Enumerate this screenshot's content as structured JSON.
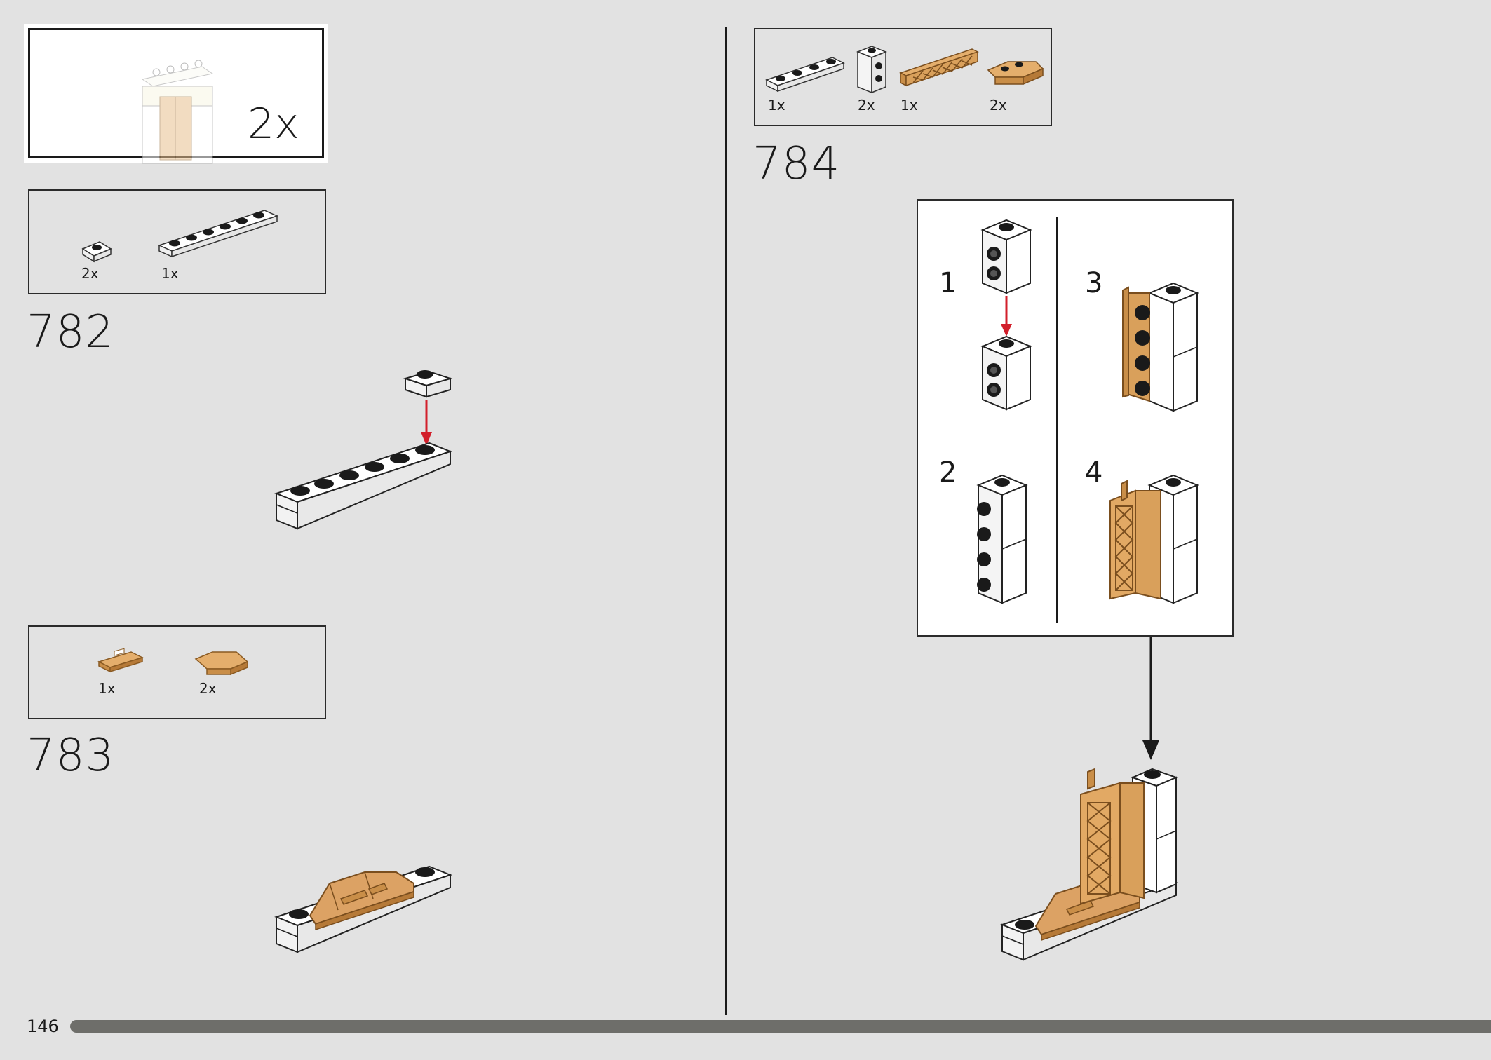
{
  "page": {
    "number": "146"
  },
  "submodel_callout": {
    "quantity": "2x"
  },
  "steps": [
    {
      "number": "782",
      "parts": [
        {
          "name": "white-plate-1x1",
          "quantity": "2x"
        },
        {
          "name": "white-plate-1x6",
          "quantity": "1x"
        }
      ]
    },
    {
      "number": "783",
      "parts": [
        {
          "name": "tan-tile-with-handle",
          "quantity": "1x"
        },
        {
          "name": "tan-wedge-plate",
          "quantity": "2x"
        }
      ]
    },
    {
      "number": "784",
      "parts": [
        {
          "name": "white-plate-1x4",
          "quantity": "1x"
        },
        {
          "name": "white-brick-1x1-studs-on-side",
          "quantity": "2x"
        },
        {
          "name": "tan-fence-lattice",
          "quantity": "1x"
        },
        {
          "name": "tan-plate-1x2-rail",
          "quantity": "2x"
        }
      ],
      "substeps": [
        "1",
        "2",
        "3",
        "4"
      ]
    }
  ],
  "colors": {
    "background": "#e2e2e2",
    "tan": "#d9a05b",
    "tan_dark": "#b67a38",
    "white_part": "#f6f6f6",
    "arrow_red": "#d21f2b",
    "progress_bar": "#6e6e6a"
  }
}
